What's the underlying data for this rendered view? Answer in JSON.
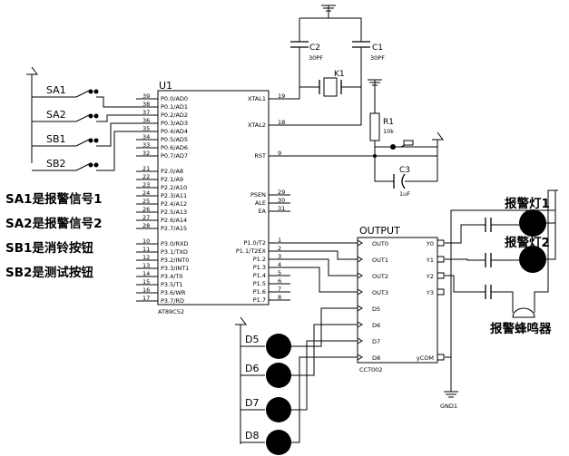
{
  "mcu": {
    "ref": "U1",
    "part": "AT89C52",
    "left_pins": [
      {
        "num": "39",
        "name": "P0.0/AD0"
      },
      {
        "num": "38",
        "name": "P0.1/AD1"
      },
      {
        "num": "37",
        "name": "P0.2/AD2"
      },
      {
        "num": "36",
        "name": "P0.3/AD3"
      },
      {
        "num": "35",
        "name": "P0.4/AD4"
      },
      {
        "num": "34",
        "name": "P0.5/AD5"
      },
      {
        "num": "33",
        "name": "P0.6/AD6"
      },
      {
        "num": "32",
        "name": "P0.7/AD7"
      },
      {
        "num": "21",
        "name": "P2.0/A8"
      },
      {
        "num": "22",
        "name": "P2.1/A9"
      },
      {
        "num": "23",
        "name": "P2.2/A10"
      },
      {
        "num": "24",
        "name": "P2.3/A11"
      },
      {
        "num": "25",
        "name": "P2.4/A12"
      },
      {
        "num": "26",
        "name": "P2.5/A13"
      },
      {
        "num": "27",
        "name": "P2.6/A14"
      },
      {
        "num": "28",
        "name": "P2.7/A15"
      },
      {
        "num": "10",
        "name": "P3.0/RXD"
      },
      {
        "num": "11",
        "name": "P3.1/TXD"
      },
      {
        "num": "12",
        "name": "P3.2/INT0"
      },
      {
        "num": "13",
        "name": "P3.3/INT1"
      },
      {
        "num": "14",
        "name": "P3.4/T0"
      },
      {
        "num": "15",
        "name": "P3.5/T1"
      },
      {
        "num": "16",
        "name": "P3.6/WR"
      },
      {
        "num": "17",
        "name": "P3.7/RD"
      }
    ],
    "right_top": [
      {
        "num": "19",
        "name": "XTAL1"
      },
      {
        "num": "18",
        "name": "XTAL2"
      },
      {
        "num": "9",
        "name": "RST"
      }
    ],
    "right_ctrl": [
      {
        "num": "29",
        "name": "PSEN"
      },
      {
        "num": "30",
        "name": "ALE"
      },
      {
        "num": "31",
        "name": "EA"
      }
    ],
    "right_p1": [
      {
        "num": "1",
        "name": "P1.0/T2"
      },
      {
        "num": "2",
        "name": "P1.1/T2EX"
      },
      {
        "num": "3",
        "name": "P1.2"
      },
      {
        "num": "4",
        "name": "P1.3"
      },
      {
        "num": "5",
        "name": "P1.4"
      },
      {
        "num": "6",
        "name": "P1.5"
      },
      {
        "num": "7",
        "name": "P1.6"
      },
      {
        "num": "8",
        "name": "P1.7"
      }
    ]
  },
  "output_chip": {
    "title": "OUTPUT",
    "part": "CCT002",
    "inputs": [
      "OUT0",
      "OUT1",
      "OUT2",
      "OUT3",
      "D5",
      "D6",
      "D7",
      "D8"
    ],
    "outputs": [
      "Y0",
      "Y1",
      "Y2",
      "Y3",
      "yCOM"
    ]
  },
  "components": {
    "c1": {
      "ref": "C1",
      "value": "30PF"
    },
    "c2": {
      "ref": "C2",
      "value": "30PF"
    },
    "c3": {
      "ref": "C3",
      "value": "1uF"
    },
    "k1": {
      "ref": "K1"
    },
    "r1": {
      "ref": "R1",
      "value": "10k"
    },
    "gnd": {
      "ref": "GND1"
    }
  },
  "switches": [
    "SA1",
    "SA2",
    "SB1",
    "SB2"
  ],
  "leds": [
    "D5",
    "D6",
    "D7",
    "D8"
  ],
  "lamps": {
    "lamp1": "报警灯1",
    "lamp2": "报警灯2",
    "buzzer": "报警蜂鸣器"
  },
  "legend": [
    "SA1是报警信号1",
    "SA2是报警信号2",
    "SB1是消铃按钮",
    "SB2是测试按钮"
  ]
}
